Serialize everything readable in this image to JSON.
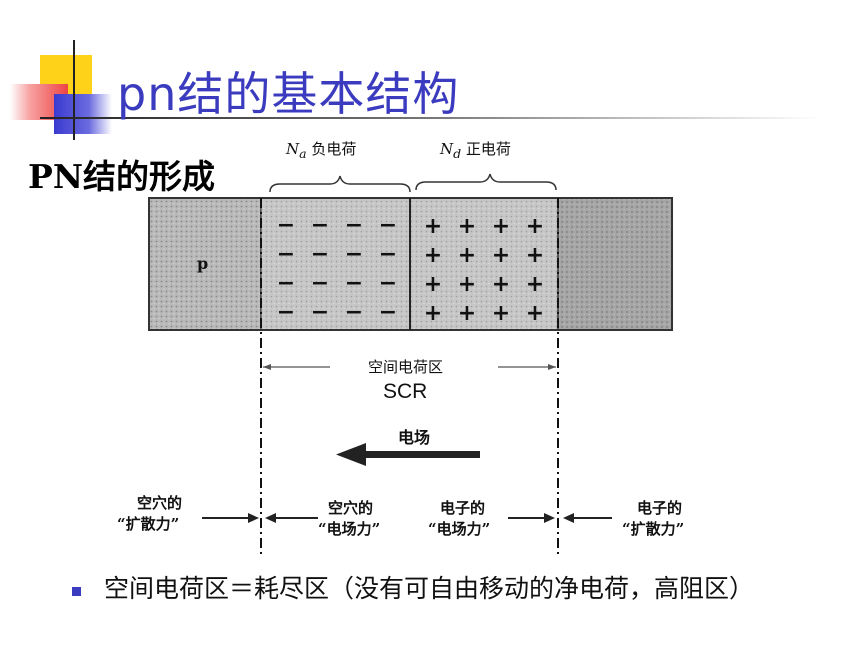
{
  "slide": {
    "title": "pn结的基本结构",
    "subtitle": "PN结的形成"
  },
  "diagram": {
    "label_na": "N",
    "label_na_sub": "a",
    "label_na_text": "负电荷",
    "label_nd": "N",
    "label_nd_sub": "d",
    "label_nd_text": "正电荷",
    "p_region_label": "p",
    "scr_cn": "空间电荷区",
    "scr_en": "SCR",
    "field_label": "电场",
    "force_hole_diffusion_1": "空穴的",
    "force_hole_diffusion_2": "“扩散力”",
    "force_hole_field_1": "空穴的",
    "force_hole_field_2": "“电场力”",
    "force_electron_field_1": "电子的",
    "force_electron_field_2": "“电场力”",
    "force_electron_diffusion_1": "电子的",
    "force_electron_diffusion_2": "“扩散力”",
    "minus_sign": "−",
    "plus_sign": "+"
  },
  "bullet": {
    "text": "空间电荷区＝耗尽区（没有可自由移动的净电荷，高阻区）"
  },
  "colors": {
    "title": "#3b3bbf",
    "bullet": "#3b3bbf",
    "deco_yellow": "#ffd21a",
    "deco_red": "#ee4444",
    "deco_blue": "#3a3ad0"
  }
}
